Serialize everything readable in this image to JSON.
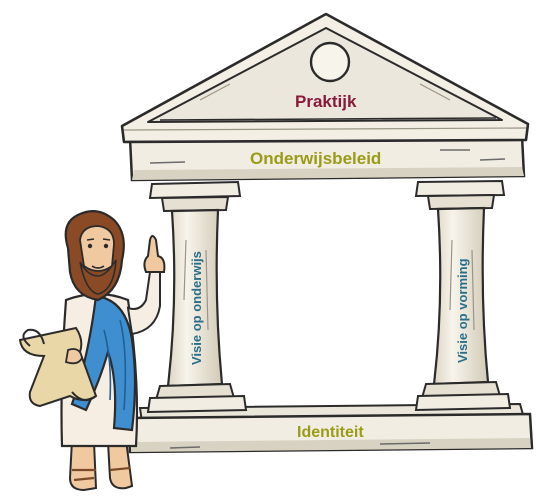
{
  "diagram": {
    "roof_label": "Praktijk",
    "beam_label": "Onderwijsbeleid",
    "left_pillar_label": "Visie op onderwijs",
    "right_pillar_label": "Visie op vorming",
    "base_label": "Identiteit"
  },
  "colors": {
    "roof_label": "#8b1a3a",
    "beam_label": "#9a9b16",
    "pillar_labels": "#2a6f8a",
    "base_label": "#9a9b16",
    "stone": "#f1ede3",
    "stone_shadow": "#d8d2c2",
    "outline": "#2b2b2b",
    "sash": "#3f8fd0",
    "tunic": "#f6eee2",
    "hair": "#8a4a25",
    "scroll": "#e9d7a8"
  },
  "icons": {
    "temple": "greek-temple-icon",
    "figure": "philosopher-figure-icon"
  }
}
